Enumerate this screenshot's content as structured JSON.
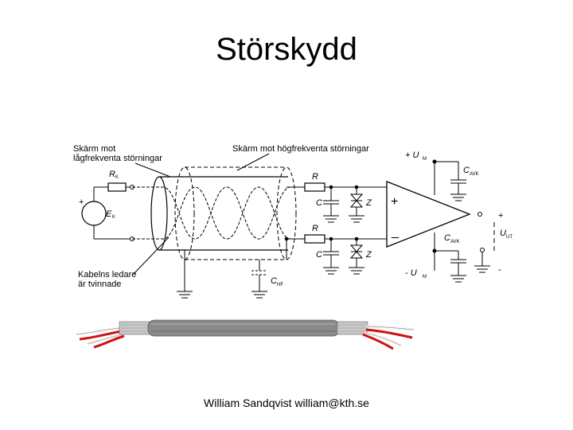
{
  "slide": {
    "title": "Störskydd",
    "footer": "William Sandqvist  william@kth.se"
  },
  "diagram": {
    "label_lf_shield_line1": "Skärm mot",
    "label_lf_shield_line2": "lågfrekventa störningar",
    "label_hf_shield": "Skärm mot högfrekventa störningar",
    "label_twisted_line1": "Kabelns ledare",
    "label_twisted_line2": "är tvinnade",
    "source_plus": "+",
    "rk": "R",
    "rk_sub": "K",
    "ek": "E",
    "ek_sub": "K",
    "r_top": "R",
    "r_bottom": "R",
    "c_top": "C",
    "c_bottom": "C",
    "z_top": "Z",
    "z_bottom": "Z",
    "chf": "C",
    "chf_sub": "HF",
    "supply_pos": "+ U",
    "supply_pos_sub": "M",
    "supply_neg": "-  U",
    "supply_neg_sub": "M",
    "cavk_top": "C",
    "cavk_top_sub": "AVK",
    "cavk_bottom": "C",
    "cavk_bottom_sub": "AVK",
    "opamp_plus": "+",
    "opamp_minus": "_",
    "out_plus": "+",
    "out_minus": "-",
    "uut": "U",
    "uut_sub": "UT"
  },
  "colors": {
    "line": "#000000",
    "cable_grey": "#8a8a8a",
    "wire_red": "#d01010",
    "wire_white": "#f2f2f2"
  }
}
